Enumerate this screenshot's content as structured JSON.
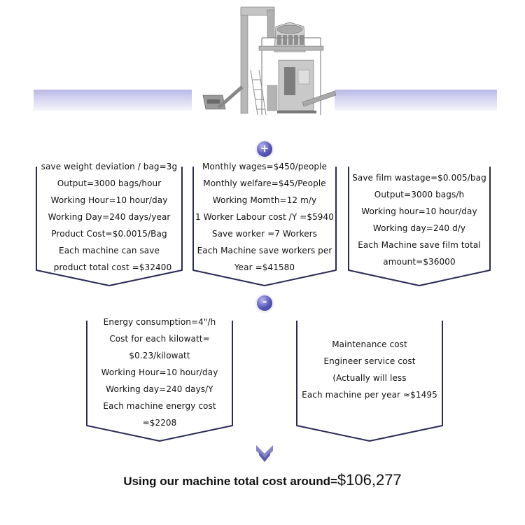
{
  "card1": {
    "lines": [
      "save  weight deviation / bag=3g",
      "Output=3000 bags/hour",
      "Working Hour=10 hour/day",
      "Working Day=240 days/year",
      "Product Cost=$0.0015/Bag",
      "Each machine can save",
      "product total cost =$32400"
    ]
  },
  "card2": {
    "lines": [
      "Monthly wages=$450/people",
      "Monthly welfare=$45/People",
      "Working Momth=12 m/y",
      "1 Worker Labour cost /Y =$5940",
      "Save worker =7 Workers",
      "Each Machine save workers per",
      "Year =$41580"
    ]
  },
  "card3": {
    "lines": [
      "Save film wastage=$0.005/bag",
      "Output=3000 bags/h",
      "Working hour=10 hour/day",
      "Working day=240 d/y",
      "Each Machine save film total",
      "amount=$36000"
    ]
  },
  "card4": {
    "lines": [
      "Energy consumption=4\"/h",
      "Cost for each kilowatt=",
      "$0.23/kilowatt",
      "Working Hour=10 hour/day",
      "Working day=240 days/Y",
      "Each machine energy cost",
      "=$2208"
    ]
  },
  "card5": {
    "lines": [
      "Maintenance cost",
      "Engineer service cost",
      "(Actually will less",
      "Each machine per year ≈$1495"
    ]
  },
  "plus_symbol": "+",
  "minus_symbol": "-",
  "total": {
    "label": "Using our machine total cost around=",
    "value": "$106,277"
  },
  "colors": {
    "accent": "#4a4aa6",
    "frame": "#2e2e5a",
    "band": "#c8c8ec"
  }
}
